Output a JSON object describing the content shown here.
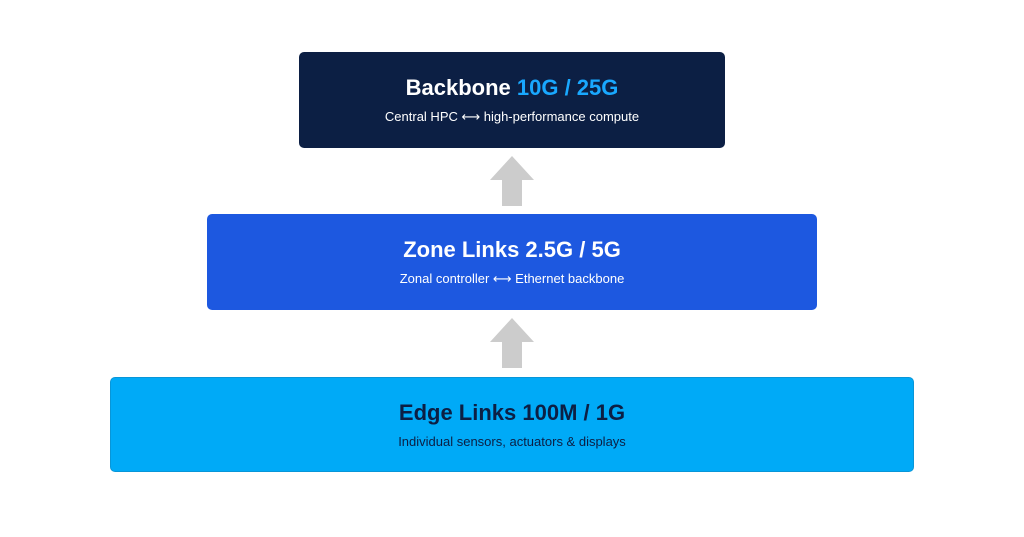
{
  "tiers": {
    "backbone": {
      "title_prefix": "Backbone ",
      "title_speed": "10G / 25G",
      "subtitle": "Central HPC ⟷ high-performance compute",
      "bg_color": "#0c1f44",
      "accent_color": "#19a8ff"
    },
    "zone": {
      "title": "Zone Links 2.5G / 5G",
      "subtitle": "Zonal controller ⟷ Ethernet backbone",
      "bg_color": "#1d58e0"
    },
    "edge": {
      "title": "Edge Links 100M / 1G",
      "subtitle": "Individual sensors, actuators & displays",
      "bg_color": "#00aaf7"
    }
  },
  "arrows": {
    "icon": "arrow-up-icon",
    "color": "#cccccc"
  }
}
